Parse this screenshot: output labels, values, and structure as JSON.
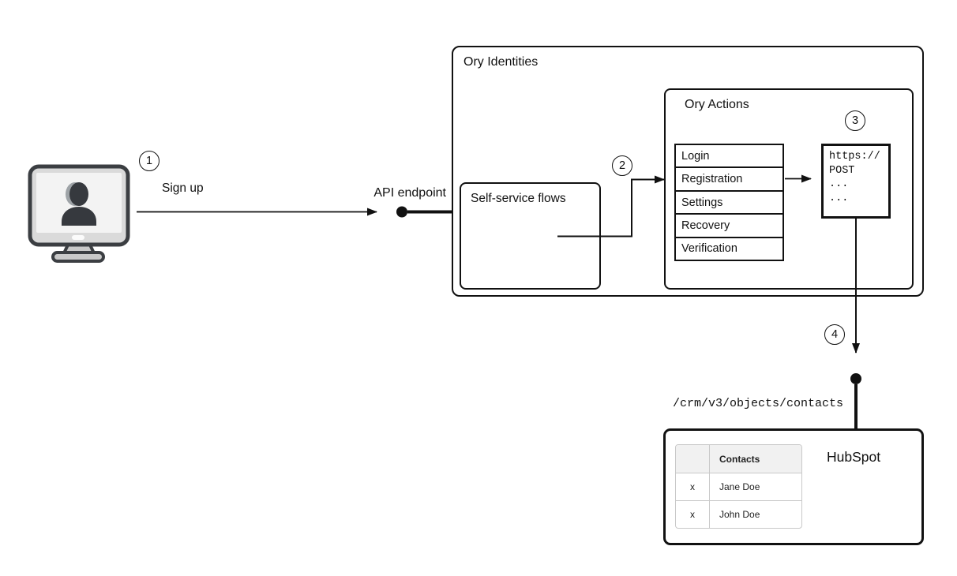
{
  "annotations": {
    "step1": "1",
    "step2": "2",
    "step3": "3",
    "step4": "4",
    "sign_up": "Sign up",
    "api_endpoint": "API endpoint",
    "hubspot_endpoint": "/crm/v3/objects/contacts"
  },
  "containers": {
    "ory_identities": "Ory Identities",
    "self_service_flows": "Self-service flows",
    "ory_actions": "Ory Actions",
    "hubspot": "HubSpot"
  },
  "flows": [
    "Login",
    "Registration",
    "Settings",
    "Recovery",
    "Verification"
  ],
  "webhook_code": [
    "https://",
    "POST",
    "...",
    "..."
  ],
  "contacts_table": {
    "header_action": "",
    "header_name": "Contacts",
    "rows": [
      [
        "x",
        "Jane Doe"
      ],
      [
        "x",
        "John Doe"
      ]
    ]
  },
  "icons": {
    "workstation": "monitor-user-icon",
    "api_endpoint_node": "filled-circle-connector",
    "hubspot_endpoint_node": "filled-circle-connector"
  },
  "colors": {
    "line": "#111111",
    "box_border": "#111111",
    "table_border": "#c9c9c9",
    "table_header_bg": "#f1f1f1",
    "icon_dark": "#36393e",
    "icon_light_accent": "#9ea3a7",
    "icon_bezel": "#dadada",
    "icon_screen": "#f3f3f3",
    "icon_stand": "#c9c9c9"
  }
}
